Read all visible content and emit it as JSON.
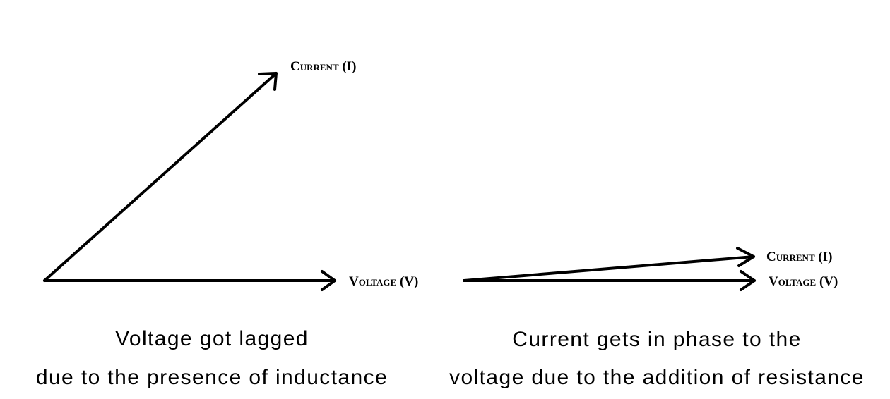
{
  "colors": {
    "ink": "#000000",
    "background": "#ffffff"
  },
  "left_diagram": {
    "current_label": "Current (I)",
    "voltage_label": "Voltage (V)",
    "caption_line1": "Voltage got lagged",
    "caption_line2": "due to the presence of inductance"
  },
  "right_diagram": {
    "current_label": "Current (I)",
    "voltage_label": "Voltage (V)",
    "caption_line1": "Current gets in phase to the",
    "caption_line2": "voltage due to the addition of resistance"
  }
}
